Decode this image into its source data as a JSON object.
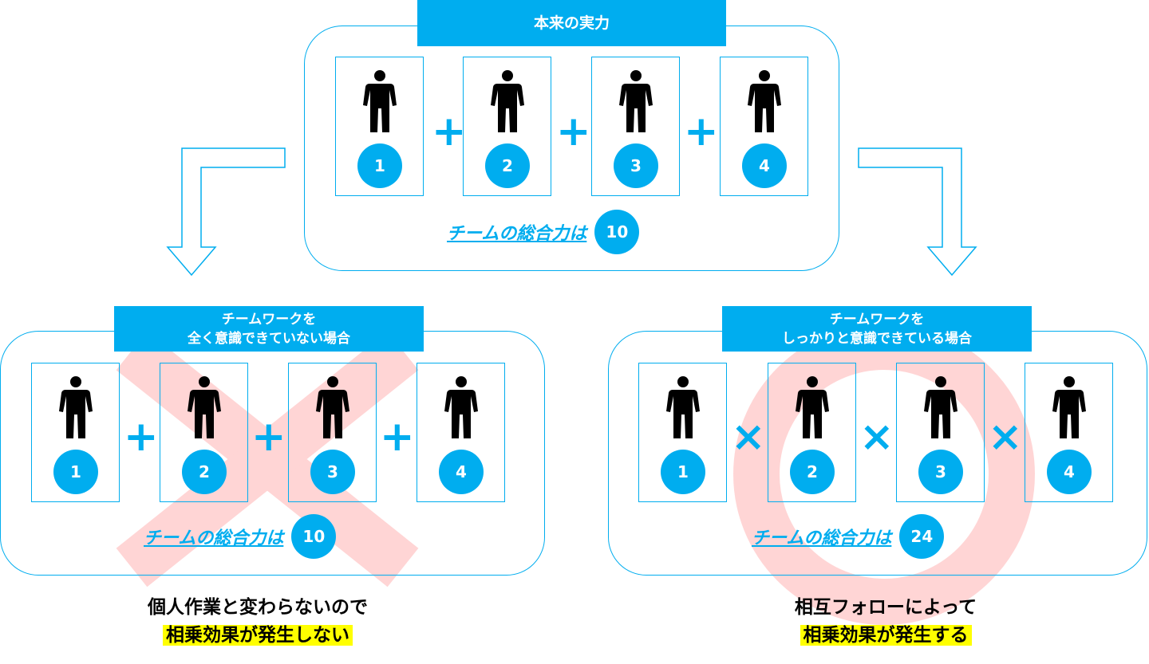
{
  "top": {
    "title": "本来の実力",
    "members": [
      "1",
      "2",
      "3",
      "4"
    ],
    "operator": "+",
    "total_label": "チームの総合力は",
    "total_value": "10"
  },
  "left": {
    "title_line1": "チームワークを",
    "title_line2": "全く意識できていない場合",
    "members": [
      "1",
      "2",
      "3",
      "4"
    ],
    "operator": "+",
    "total_label": "チームの総合力は",
    "total_value": "10",
    "caption_line1": "個人作業と変わらないので",
    "caption_line2": "相乗効果が発生しない"
  },
  "right": {
    "title_line1": "チームワークを",
    "title_line2": "しっかりと意識できている場合",
    "members": [
      "1",
      "2",
      "3",
      "4"
    ],
    "operator": "×",
    "total_label": "チームの総合力は",
    "total_value": "24",
    "caption_line1": "相互フォローによって",
    "caption_line2": "相乗効果が発生する"
  },
  "colors": {
    "accent": "#00adef",
    "highlight": "#ffff00",
    "mark": "#ffb3b3"
  }
}
